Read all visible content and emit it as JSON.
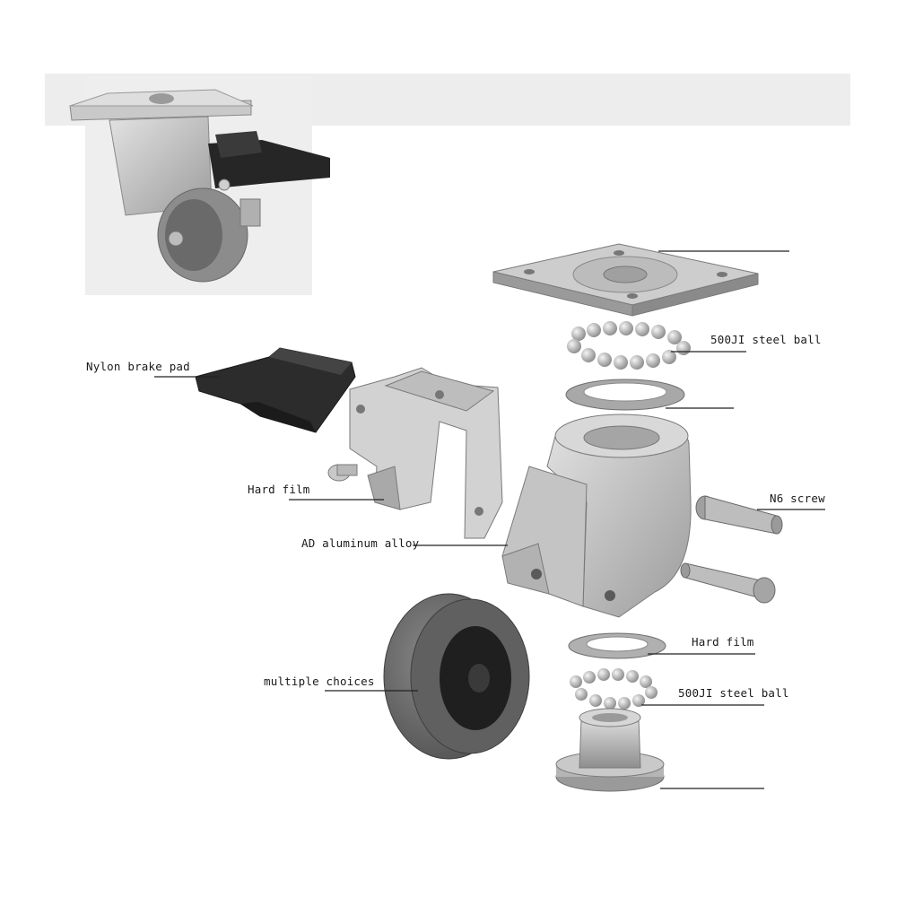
{
  "labels": {
    "nylon_brake_pad": "Nylon brake pad",
    "hard_film_top": "Hard film",
    "aluminum_alloy": "AD aluminum alloy",
    "steel_ball_top": "500JI steel ball",
    "n6_screw": "N6 screw",
    "hard_film_bottom": "Hard film",
    "steel_ball_bottom": "500JI steel ball",
    "multiple_choices": "multiple choices"
  },
  "colors": {
    "metal_light": "#cfcfcf",
    "metal_mid": "#a9a9a9",
    "metal_dark": "#7a7a7a",
    "pad_dark": "#2c2c2c",
    "tire": "#6e6e6e",
    "hub": "#1f1f1f",
    "leader_line": "#222222"
  }
}
